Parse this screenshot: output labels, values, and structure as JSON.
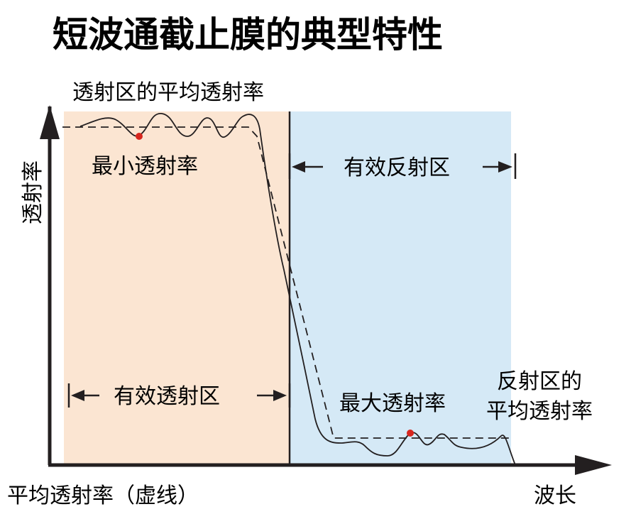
{
  "title": "短波通截止膜的典型特性",
  "axes": {
    "y_label": "透射率",
    "x_label": "波长"
  },
  "labels": {
    "avg_pass_transmittance": "透射区的平均透射率",
    "min_transmittance": "最小透射率",
    "effective_reflection_zone": "有效反射区",
    "effective_transmission_zone": "有效透射区",
    "max_transmittance": "最大透射率",
    "avg_reflect_line1": "反射区的",
    "avg_reflect_line2": "平均透射率",
    "avg_transmittance_dashed": "平均透射率（虚线）"
  },
  "colors": {
    "transmission_zone": "#fbe5d2",
    "reflection_zone": "#d5e9f6",
    "axis": "#231f20",
    "marker": "#d7261e"
  }
}
